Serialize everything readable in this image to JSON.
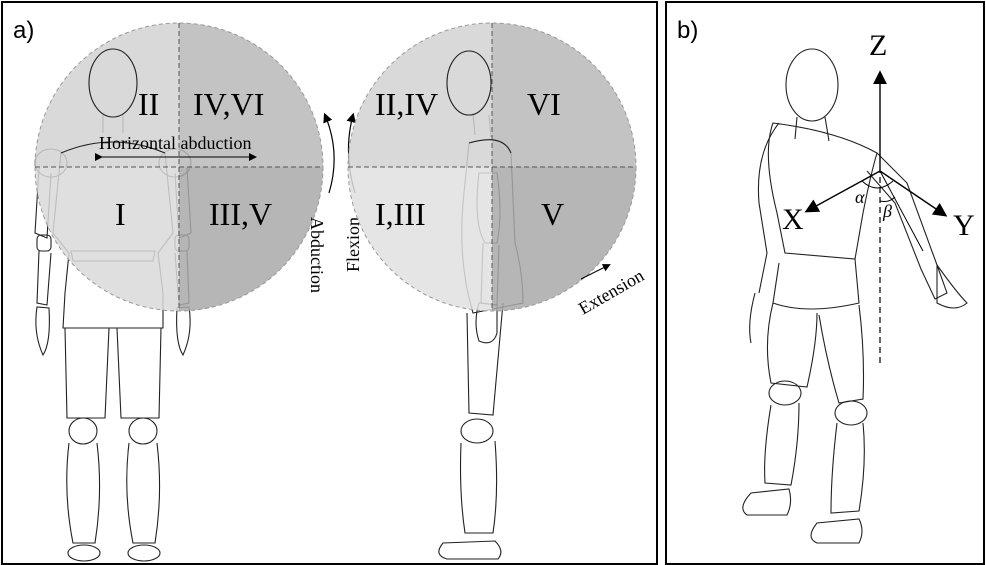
{
  "panel_a": {
    "label": "a)",
    "front_regions": [
      "II",
      "IV,VI",
      "I",
      "III,V"
    ],
    "side_regions": [
      "II,IV",
      "VI",
      "I,III",
      "V"
    ],
    "horizontal_abduction": "Horizontal abduction",
    "abduction": "Abduction",
    "flexion": "Flexion",
    "extension": "Extension"
  },
  "panel_b": {
    "label": "b)",
    "axis_z": "Z",
    "axis_x": "X",
    "axis_y": "Y",
    "alpha": "α",
    "beta": "β"
  },
  "colors": {
    "light_gray": "#dcdcdc",
    "mid_gray": "#c8c8c8",
    "dark_gray": "#a9a9a9",
    "stroke": "#222222"
  }
}
